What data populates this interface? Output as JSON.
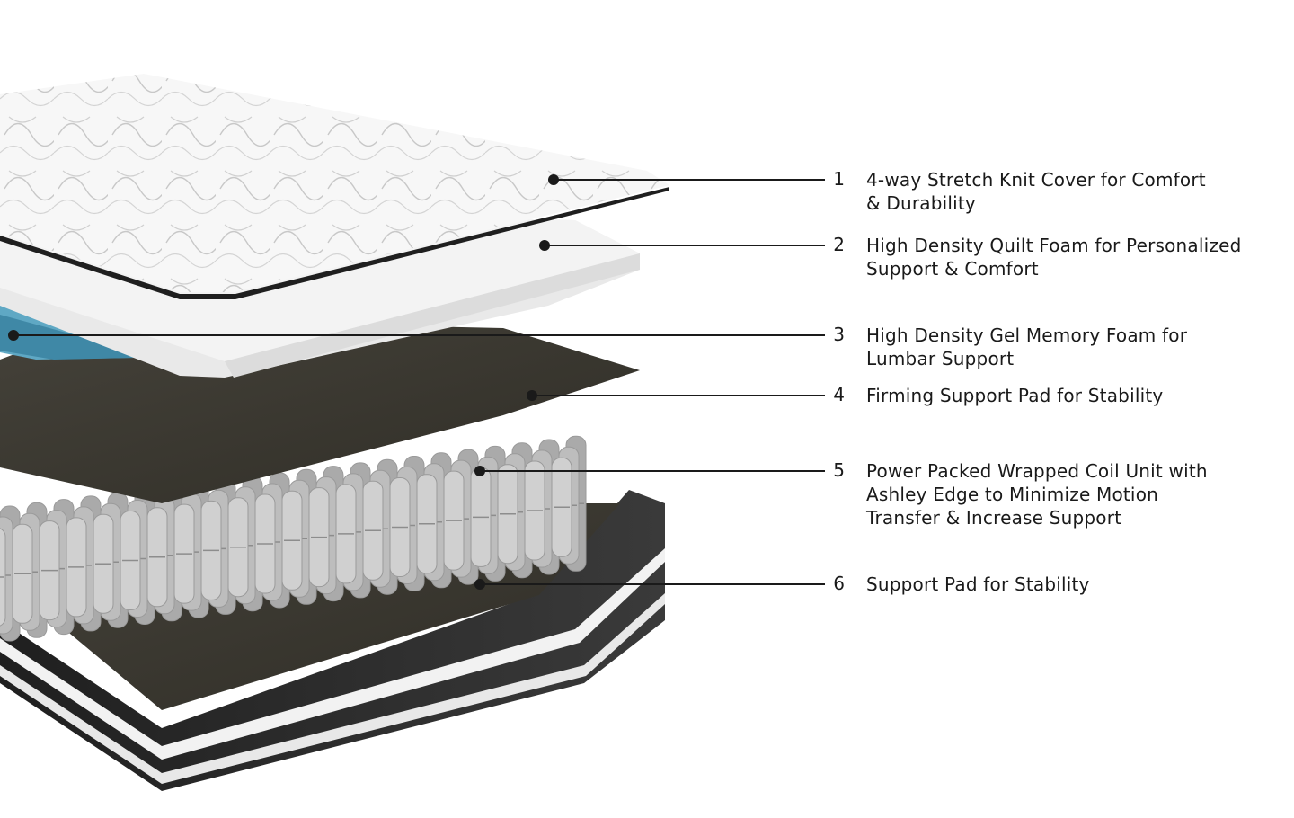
{
  "layers": [
    {
      "num": "1",
      "lines": [
        "4-way Stretch Knit Cover for Comfort",
        "& Durability"
      ]
    },
    {
      "num": "2",
      "lines": [
        "High Density Quilt Foam for Personalized",
        "Support & Comfort"
      ]
    },
    {
      "num": "3",
      "lines": [
        "High Density Gel Memory Foam for",
        "Lumbar Support"
      ]
    },
    {
      "num": "4",
      "lines": [
        "Firming Support Pad for Stability"
      ]
    },
    {
      "num": "5",
      "lines": [
        "Power Packed Wrapped Coil Unit with",
        "Ashley Edge to Minimize Motion",
        "Transfer & Increase Support"
      ]
    },
    {
      "num": "6",
      "lines": [
        "Support Pad for Stability"
      ]
    }
  ],
  "colors": {
    "cover": "#f4f4f4",
    "foam": "#ededed",
    "gel": "#5fa8c4",
    "pad": "#3e3b30",
    "coil": "#c9c9c9",
    "base": "#2b2b2b"
  }
}
